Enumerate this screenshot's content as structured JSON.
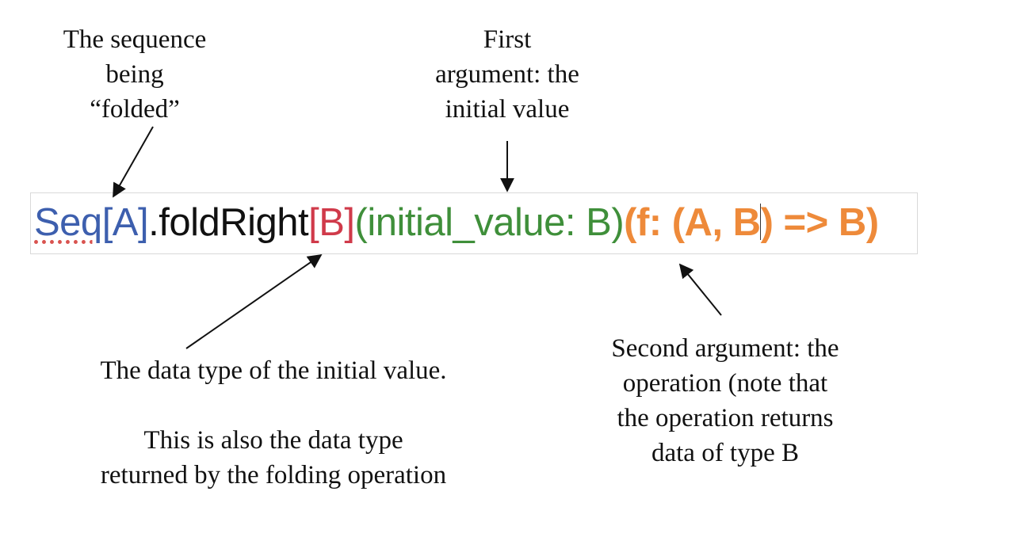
{
  "annotations": {
    "sequence": [
      "The sequence",
      "being",
      "“folded”"
    ],
    "first_argument": [
      "First",
      "argument: the",
      "initial value"
    ],
    "type_param": {
      "line1": "The data type of the initial value.",
      "line2": "This is also the data type",
      "line3": "returned by the folding operation"
    },
    "second_argument": [
      "Second argument: the",
      "operation (note that",
      "the operation returns",
      "data of type B"
    ]
  },
  "code": {
    "seq_word": "Seq",
    "seq_type": "[A]",
    "method": ".foldRight",
    "type_param": "[B]",
    "init_open": "(",
    "init_arg": "initial_value: B",
    "init_close": ")",
    "op_arg_before_caret": "(f: (A, B",
    "op_arg_after_caret": ") => B)"
  },
  "colors": {
    "sequence": "#3d5fae",
    "method": "#111111",
    "type_param": "#d03a4a",
    "initial_value": "#3f8f3a",
    "operation": "#ee8a3a"
  }
}
